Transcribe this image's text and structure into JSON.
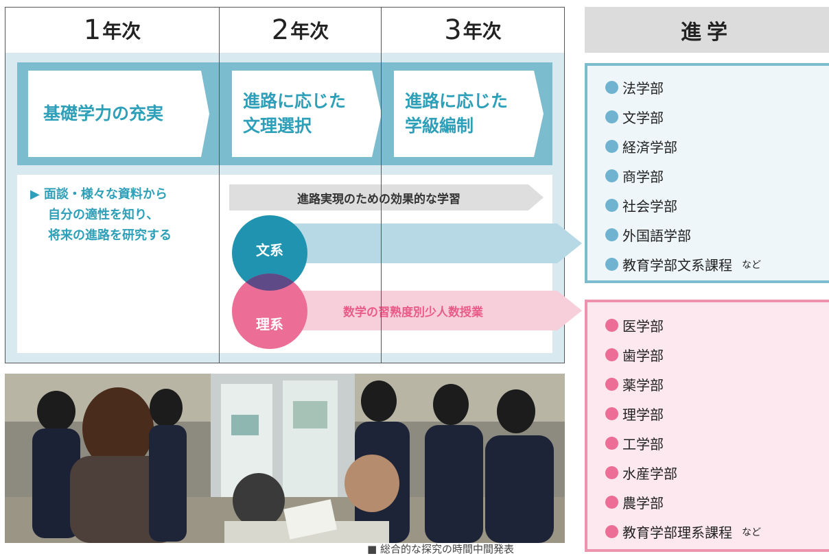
{
  "years": [
    {
      "num": "1",
      "label": "年次"
    },
    {
      "num": "2",
      "label": "年次"
    },
    {
      "num": "3",
      "label": "年次"
    }
  ],
  "stages": [
    {
      "lines": [
        "基礎学力の充実"
      ]
    },
    {
      "lines": [
        "進路に応じた",
        "文理選択"
      ]
    },
    {
      "lines": [
        "進路に応じた",
        "学級編制"
      ]
    }
  ],
  "note": {
    "marker": "▶",
    "lines": [
      "面談・様々な資料から",
      "自分の適性を知り、",
      "将来の進路を研究する"
    ]
  },
  "learning_arrow": "進路実現のための効果的な学習",
  "tracks": {
    "bunkei": "文系",
    "rikei": "理系",
    "rikei_band": "数学の習熟度別少人数授業"
  },
  "destination": {
    "title": "進学",
    "humanities": [
      "法学部",
      "文学部",
      "経済学部",
      "商学部",
      "社会学部",
      "外国語学部",
      "教育学部文系課程"
    ],
    "sciences": [
      "医学部",
      "歯学部",
      "薬学部",
      "理学部",
      "工学部",
      "水産学部",
      "農学部",
      "教育学部理系課程"
    ],
    "etc": "など"
  },
  "photo_caption": "■ 総合的な探究の時間中間発表",
  "colors": {
    "teal": "#2e9fb8",
    "band_blue": "#7bbccf",
    "light_blue": "#d8e9f0",
    "pink": "#e95c89",
    "circle_bunkei": "#1f93b0",
    "circle_rikei": "#ec6d95"
  }
}
